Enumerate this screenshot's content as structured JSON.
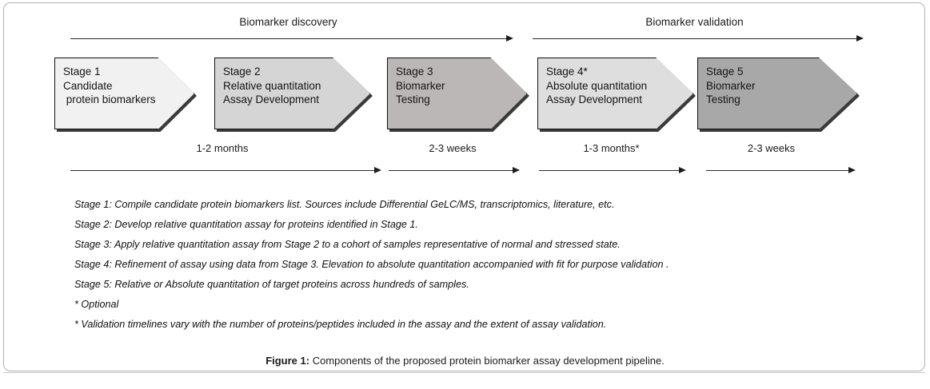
{
  "figure": {
    "phases": [
      {
        "label": "Biomarker discovery"
      },
      {
        "label": "Biomarker validation"
      }
    ],
    "stages": [
      {
        "lines": [
          "Stage 1",
          "Candidate",
          " protein biomarkers"
        ],
        "fill": "#f1f1f1"
      },
      {
        "lines": [
          "Stage 2",
          "Relative quantitation",
          "Assay Development"
        ],
        "fill": "#d5d5d5"
      },
      {
        "lines": [
          "Stage 3",
          "Biomarker",
          "Testing"
        ],
        "fill": "#bcb7b7"
      },
      {
        "lines": [
          "Stage 4*",
          "Absolute quantitation",
          "Assay Development"
        ],
        "fill": "#dedede"
      },
      {
        "lines": [
          "Stage 5",
          "Biomarker",
          "Testing"
        ],
        "fill": "#a8a8a8"
      }
    ],
    "durations": [
      {
        "label": "1-2 months"
      },
      {
        "label": "2-3 weeks"
      },
      {
        "label": "1-3 months*"
      },
      {
        "label": "2-3 weeks"
      }
    ],
    "notes": [
      "Stage 1: Compile candidate protein biomarkers list.  Sources include Differential GeLC/MS, transcriptomics, literature, etc.",
      "Stage 2: Develop relative quantitation assay for proteins identified in Stage 1.",
      "Stage 3: Apply relative quantitation assay from Stage 2 to a cohort of samples representative of normal and stressed state.",
      "Stage 4: Refinement of  assay using data from Stage 3. Elevation to absolute quantitation accompanied with fit for purpose validation .",
      "Stage 5: Relative or Absolute quantitation of target proteins across hundreds of samples.",
      "* Optional",
      "* Validation timelines vary with the number of proteins/peptides included in the assay and the extent of assay validation."
    ],
    "caption": {
      "label": "Figure 1:",
      "text": " Components of the proposed protein biomarker assay development pipeline."
    }
  }
}
